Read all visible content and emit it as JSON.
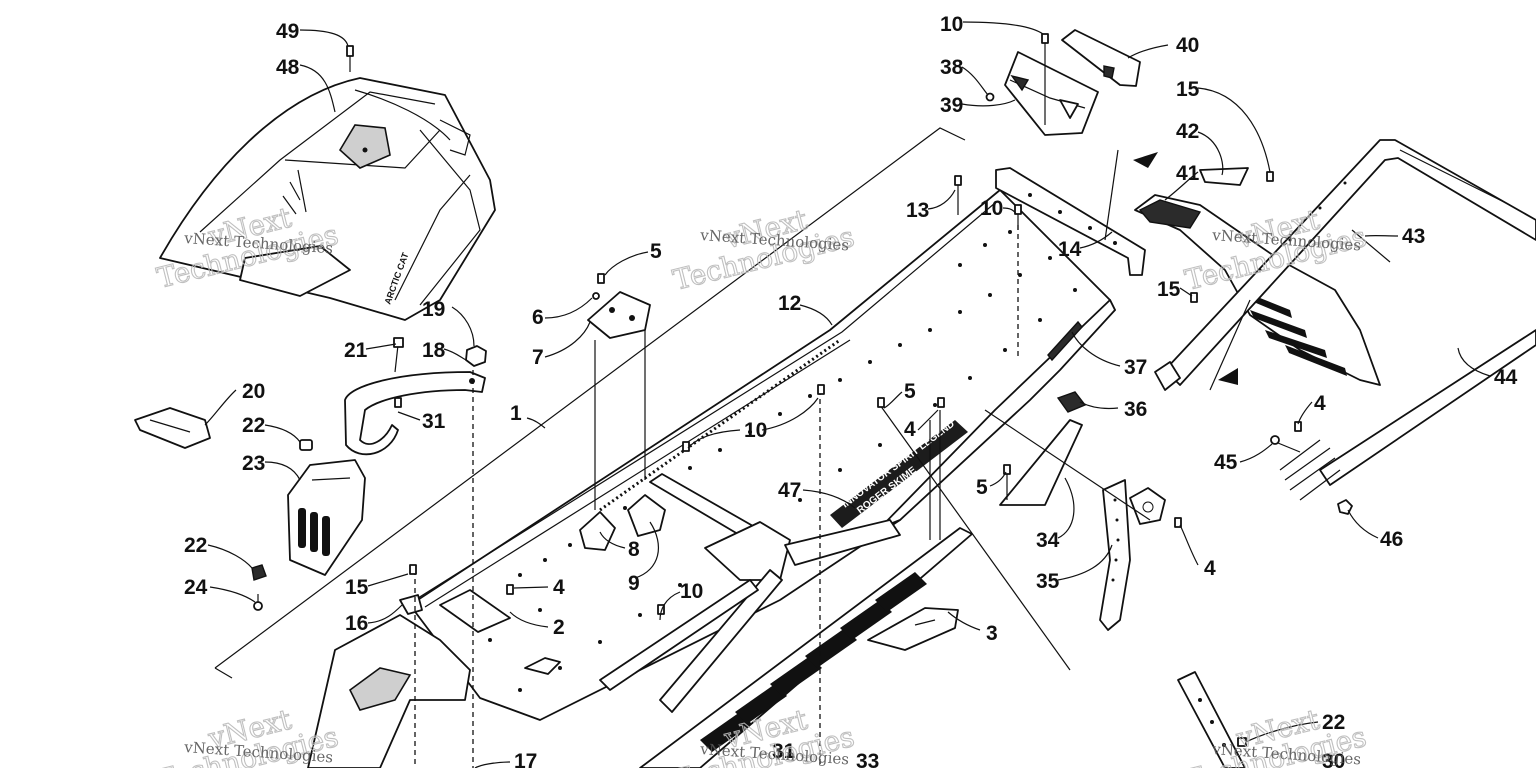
{
  "watermark": {
    "line1": "vNext",
    "line2": "Technologies",
    "small": "vNext Technologies"
  },
  "decals": {
    "seat_emblem": "ARCTIC CAT",
    "tunnel_line1": "INNOVATOR SPIRIT LEGEND",
    "tunnel_line2": "ROGER SKIME"
  },
  "callouts": [
    {
      "id": "49",
      "label": "49"
    },
    {
      "id": "48",
      "label": "48"
    },
    {
      "id": "19",
      "label": "19"
    },
    {
      "id": "21",
      "label": "21"
    },
    {
      "id": "18",
      "label": "18"
    },
    {
      "id": "20",
      "label": "20"
    },
    {
      "id": "22a",
      "label": "22"
    },
    {
      "id": "31a",
      "label": "31"
    },
    {
      "id": "23",
      "label": "23"
    },
    {
      "id": "22b",
      "label": "22"
    },
    {
      "id": "24",
      "label": "24"
    },
    {
      "id": "15a",
      "label": "15"
    },
    {
      "id": "16",
      "label": "16"
    },
    {
      "id": "17",
      "label": "17"
    },
    {
      "id": "1",
      "label": "1"
    },
    {
      "id": "5a",
      "label": "5"
    },
    {
      "id": "6",
      "label": "6"
    },
    {
      "id": "7",
      "label": "7"
    },
    {
      "id": "12",
      "label": "12"
    },
    {
      "id": "10a",
      "label": "10"
    },
    {
      "id": "47",
      "label": "47"
    },
    {
      "id": "8",
      "label": "8"
    },
    {
      "id": "9",
      "label": "9"
    },
    {
      "id": "4a",
      "label": "4"
    },
    {
      "id": "2",
      "label": "2"
    },
    {
      "id": "10b",
      "label": "10"
    },
    {
      "id": "31b",
      "label": "31"
    },
    {
      "id": "33",
      "label": "33"
    },
    {
      "id": "5b",
      "label": "5"
    },
    {
      "id": "4b",
      "label": "4"
    },
    {
      "id": "5c",
      "label": "5"
    },
    {
      "id": "3",
      "label": "3"
    },
    {
      "id": "10c",
      "label": "10"
    },
    {
      "id": "38",
      "label": "38"
    },
    {
      "id": "39",
      "label": "39"
    },
    {
      "id": "40",
      "label": "40"
    },
    {
      "id": "13",
      "label": "13"
    },
    {
      "id": "10d",
      "label": "10"
    },
    {
      "id": "14",
      "label": "14"
    },
    {
      "id": "37",
      "label": "37"
    },
    {
      "id": "36",
      "label": "36"
    },
    {
      "id": "34",
      "label": "34"
    },
    {
      "id": "35",
      "label": "35"
    },
    {
      "id": "4c",
      "label": "4"
    },
    {
      "id": "15b",
      "label": "15"
    },
    {
      "id": "42",
      "label": "42"
    },
    {
      "id": "41",
      "label": "41"
    },
    {
      "id": "43",
      "label": "43"
    },
    {
      "id": "15c",
      "label": "15"
    },
    {
      "id": "44",
      "label": "44"
    },
    {
      "id": "4d",
      "label": "4"
    },
    {
      "id": "45",
      "label": "45"
    },
    {
      "id": "46",
      "label": "46"
    },
    {
      "id": "22c",
      "label": "22"
    },
    {
      "id": "30",
      "label": "30"
    }
  ]
}
